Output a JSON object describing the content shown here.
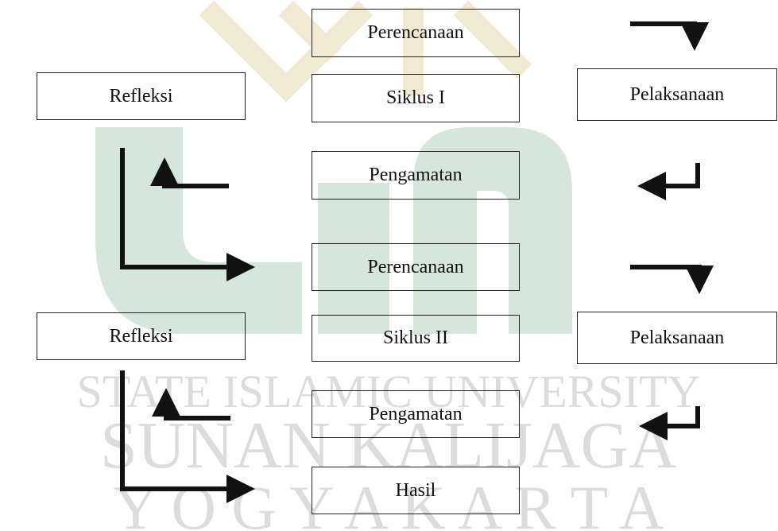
{
  "colors": {
    "watermark_green": "#d7e6dd",
    "watermark_gold": "#f1ead2",
    "watermark_text": "#dcdcdc",
    "box_border": "#222222",
    "arrow": "#111111",
    "text": "#111111"
  },
  "watermark": {
    "line1": "STATE ISLAMIC UNIVERSITY",
    "line2": "SUNAN KALIJAGA",
    "line3": "Y O G Y A K A R T A"
  },
  "cycle1": {
    "planning": "Perencanaan",
    "cycle": "Siklus I",
    "reflection": "Refleksi",
    "action": "Pelaksanaan",
    "observation": "Pengamatan"
  },
  "cycle2": {
    "planning": "Perencanaan",
    "cycle": "Siklus II",
    "reflection": "Refleksi",
    "action": "Pelaksanaan",
    "observation": "Pengamatan"
  },
  "result": "Hasil"
}
